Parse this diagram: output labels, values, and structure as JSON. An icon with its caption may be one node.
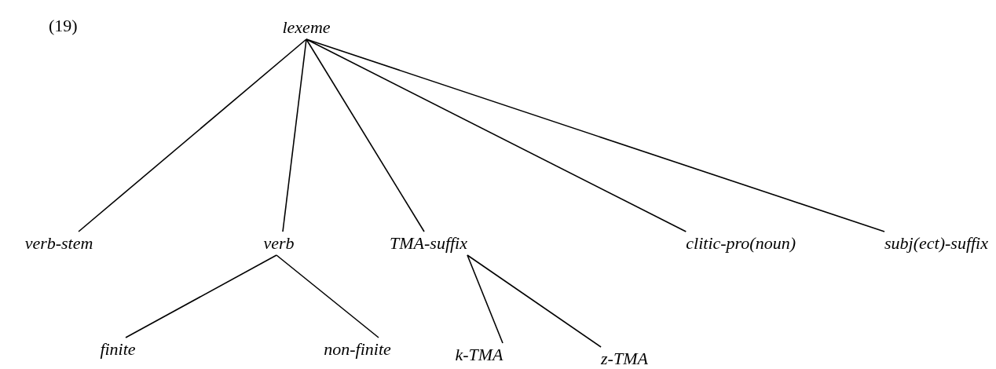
{
  "diagram": {
    "nodes": [
      {
        "text": [
          "lexeme"
        ]
      },
      {
        "text": [
          "verb-stem"
        ]
      },
      {
        "text": [
          "verb"
        ]
      },
      {
        "text": [
          "TMA-suffix"
        ]
      },
      {
        "text": [
          "clitic-pro(noun)"
        ]
      },
      {
        "text": [
          "subj(ect)-suffix"
        ]
      },
      {
        "text": [
          "finite"
        ]
      },
      {
        "text": [
          "non-finite"
        ]
      },
      {
        "text": [
          "k-TMA"
        ]
      },
      {
        "text": [
          "z-TMA"
        ]
      }
    ],
    "edges": [
      {
        "from": 0,
        "to": 1,
        "arrow": "none"
      },
      {
        "from": 0,
        "to": 2,
        "arrow": "none"
      },
      {
        "from": 0,
        "to": 3,
        "arrow": "none"
      },
      {
        "from": 0,
        "to": 4,
        "arrow": "none"
      },
      {
        "from": 0,
        "to": 5,
        "arrow": "none"
      },
      {
        "from": 2,
        "to": 6,
        "arrow": "none"
      },
      {
        "from": 2,
        "to": 7,
        "arrow": "none"
      },
      {
        "from": 3,
        "to": 8,
        "arrow": "none"
      },
      {
        "from": 3,
        "to": 9,
        "arrow": "none"
      }
    ],
    "labels": [
      "(19)"
    ]
  }
}
